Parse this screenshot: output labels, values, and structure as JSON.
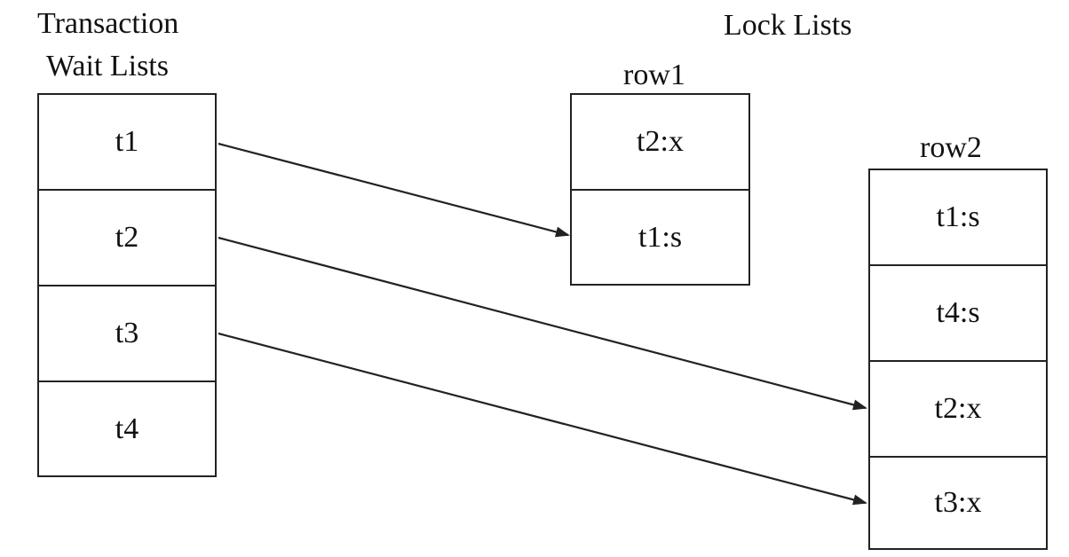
{
  "diagram": {
    "transaction_heading_line1": "Transaction",
    "transaction_heading_line2": "Wait Lists",
    "lock_lists_heading": "Lock Lists",
    "transactions": [
      "t1",
      "t2",
      "t3",
      "t4"
    ],
    "row1": {
      "label": "row1",
      "entries": [
        "t2:x",
        "t1:s"
      ]
    },
    "row2": {
      "label": "row2",
      "entries": [
        "t1:s",
        "t4:s",
        "t2:x",
        "t3:x"
      ]
    },
    "arrows": [
      {
        "from": "t1",
        "to": "row1:t1:s"
      },
      {
        "from": "t2",
        "to": "row2:t2:x"
      },
      {
        "from": "t3",
        "to": "row2:t3:x"
      }
    ]
  }
}
